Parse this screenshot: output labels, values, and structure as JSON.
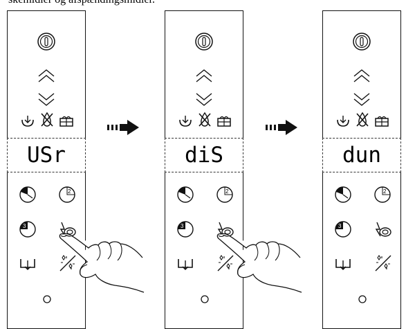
{
  "caption": "skemidler og afspændingsmidler.",
  "panels": [
    {
      "display": "USr",
      "hand": true
    },
    {
      "display": "diS",
      "hand": true
    },
    {
      "display": "dun",
      "hand": false
    }
  ],
  "icons": {
    "power": "power-button-icon",
    "up": "chevron-up-icon",
    "down": "chevron-down-icon",
    "prewash": "prewash-icon",
    "no_rinse_aid": "no-rinse-aid-icon",
    "detergent": "detergent-icon",
    "half_load": "half-load-timer-icon",
    "delay_2": "delay-2-timer-icon",
    "delay_3": "delay-3-timer-icon",
    "quick": "quick-wash-icon",
    "drain": "drain-icon",
    "dry": "dry-icon",
    "indicator": "indicator-led-icon"
  }
}
